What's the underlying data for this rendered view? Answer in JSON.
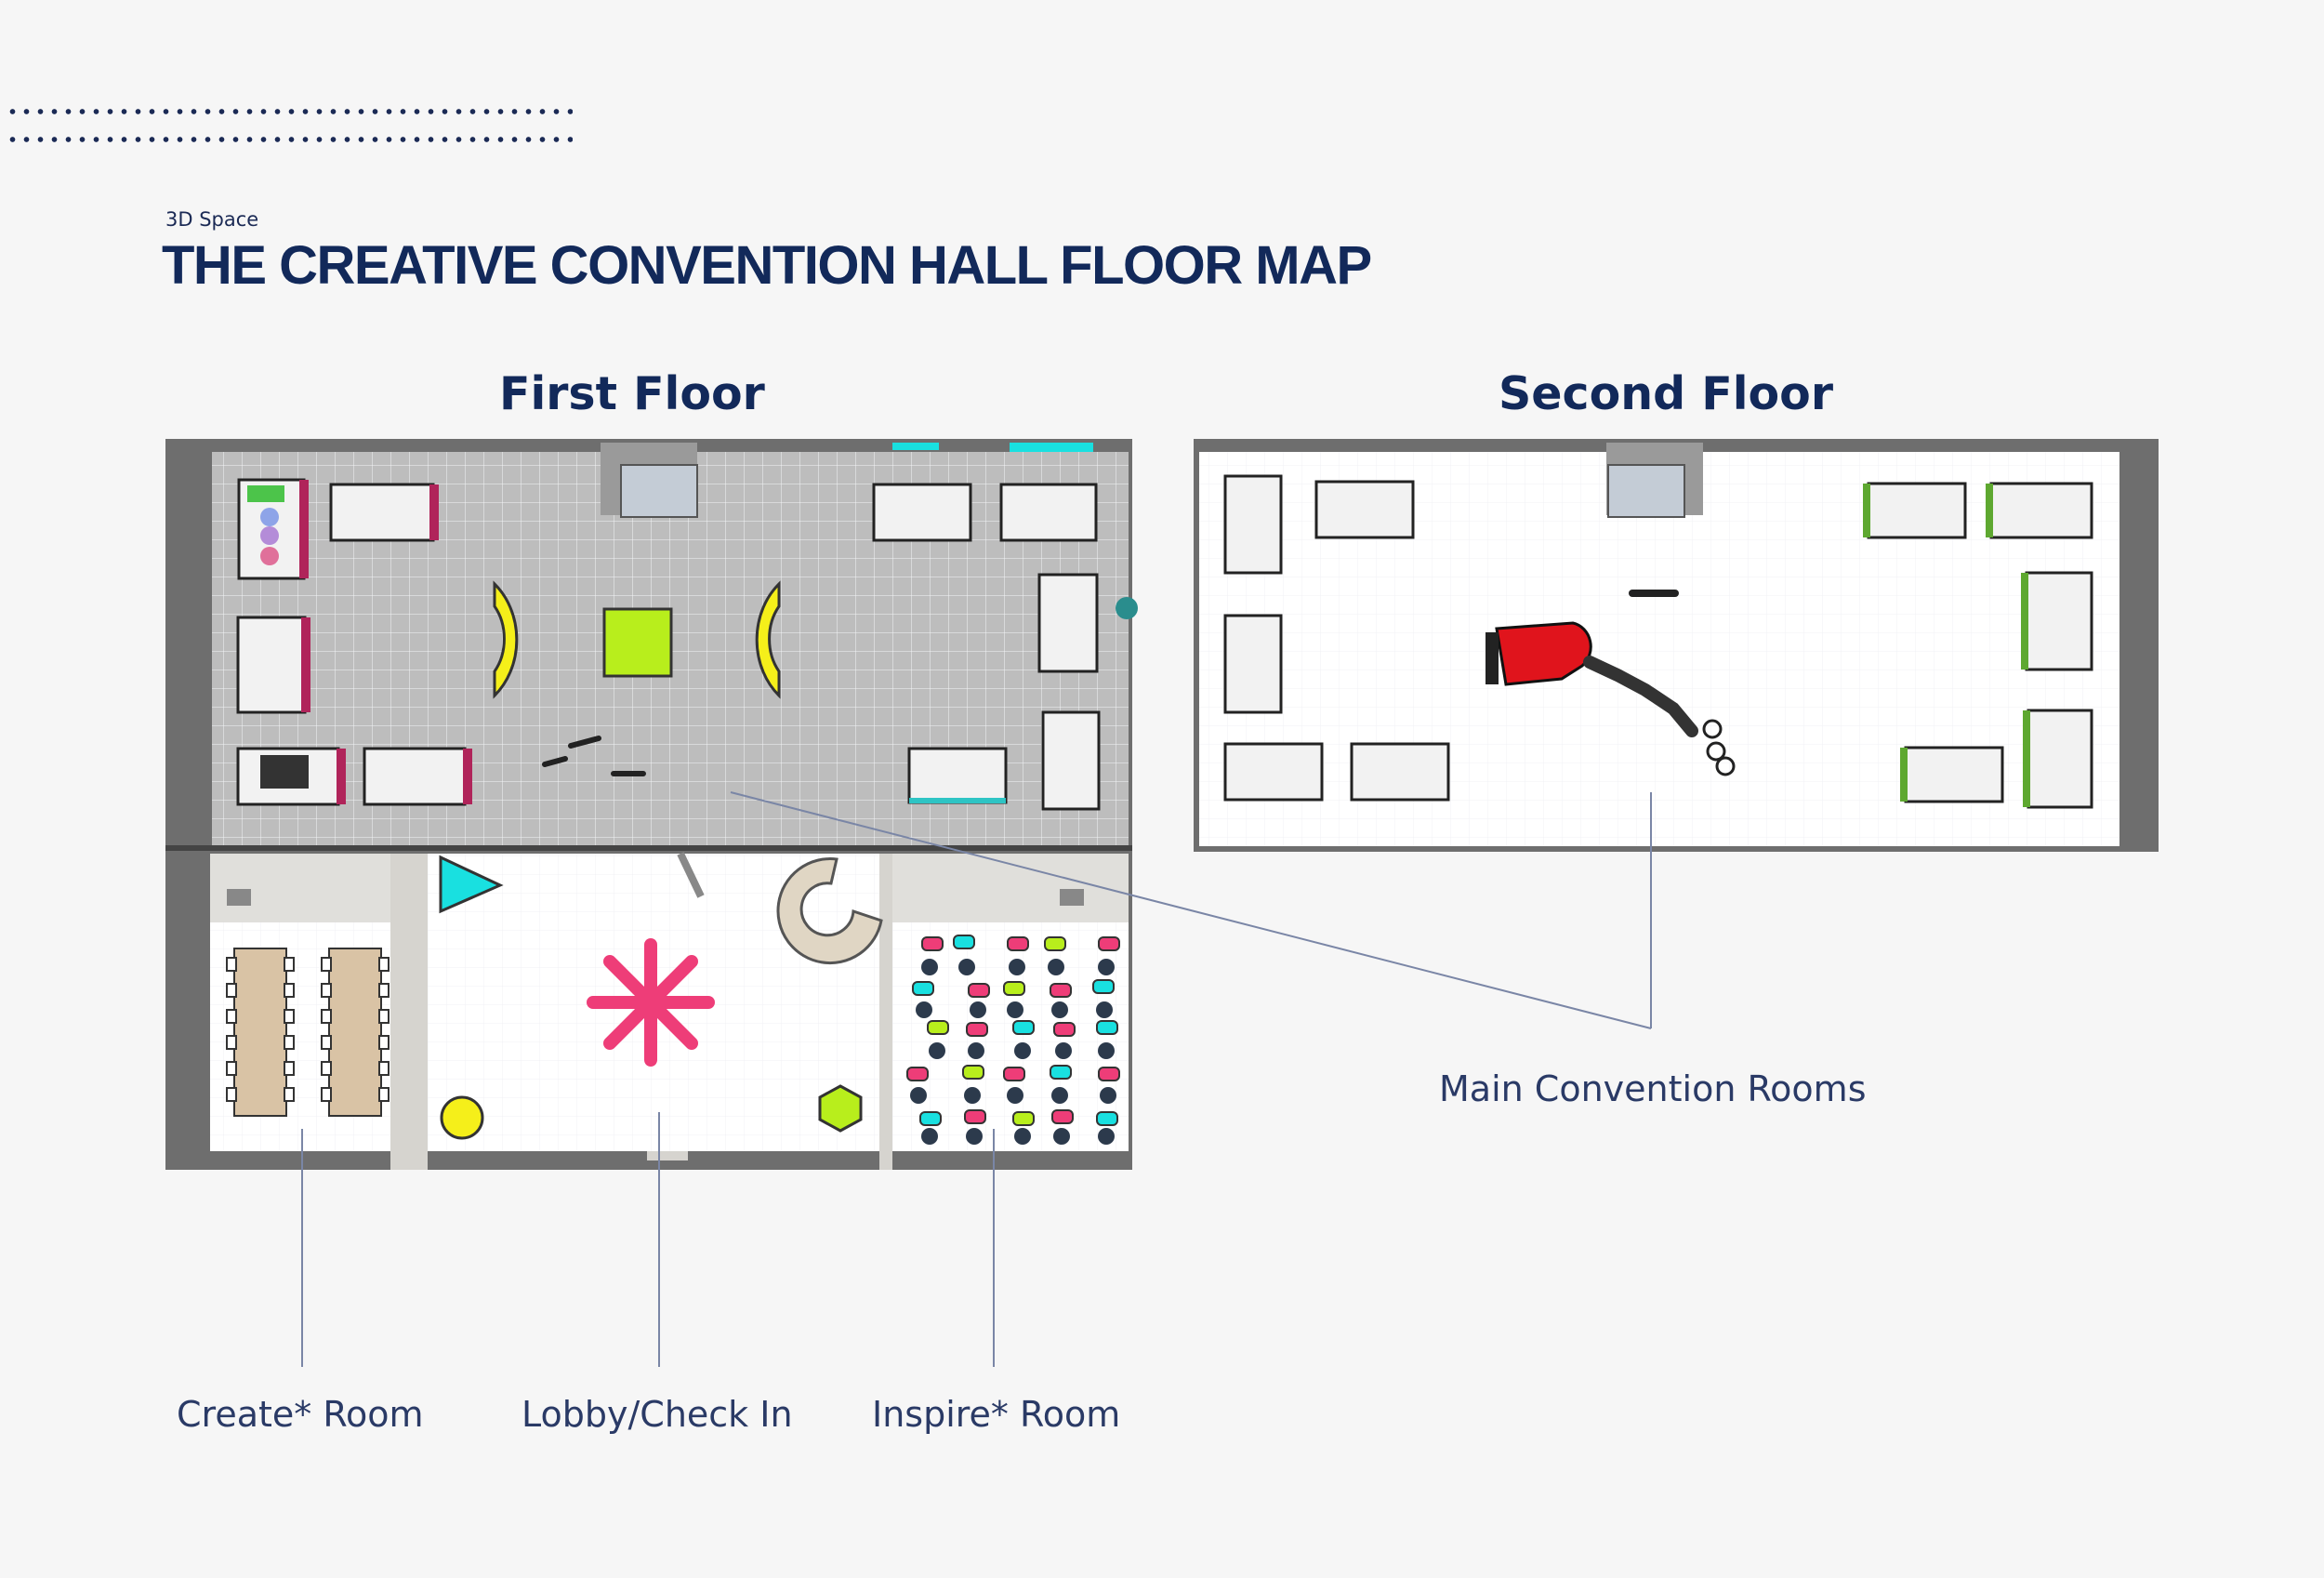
{
  "header": {
    "eyebrow": "3D Space",
    "title": "THE CREATIVE CONVENTION HALL FLOOR MAP"
  },
  "floors": {
    "first": "First Floor",
    "second": "Second Floor"
  },
  "callouts": {
    "main_convention_rooms": "Main Convention Rooms",
    "create_room": "Create* Room",
    "lobby": "Lobby/Check In",
    "inspire_room": "Inspire* Room"
  },
  "colors": {
    "navy": "#12295a",
    "wall": "#6e6e6e",
    "floor": "#ffffff",
    "accent_yellow": "#f5ef1a",
    "accent_lime": "#b8ee1c",
    "accent_pink": "#ee3d78",
    "accent_cyan": "#19e0e0",
    "leader_line": "#7a86a6"
  }
}
